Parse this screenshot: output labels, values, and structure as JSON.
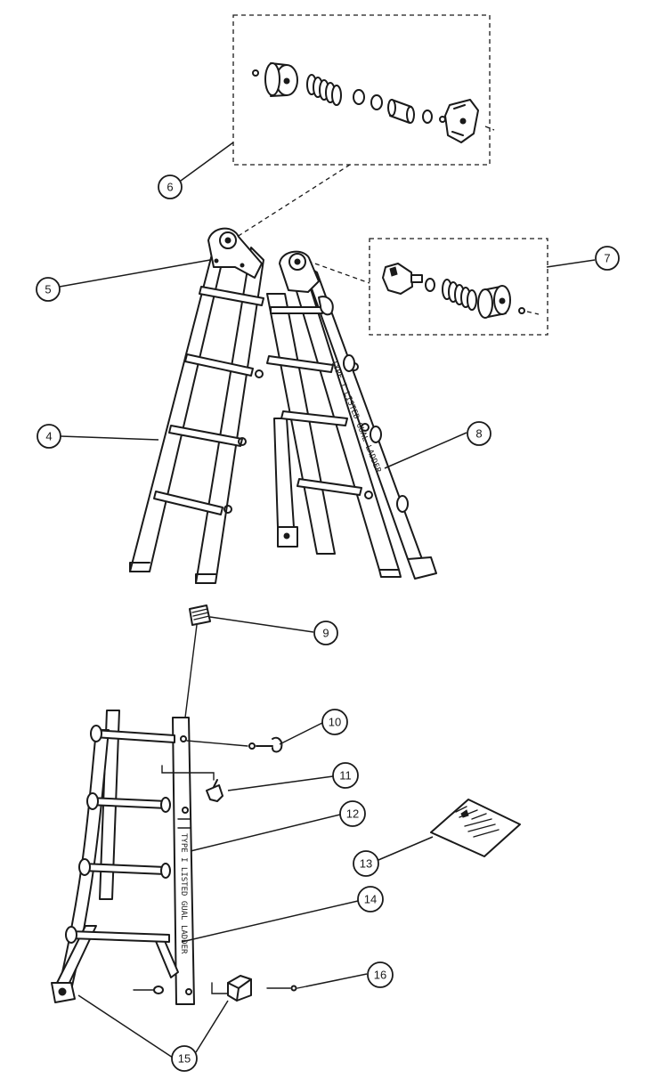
{
  "callouts": {
    "c4": "4",
    "c5": "5",
    "c6": "6",
    "c7": "7",
    "c8": "8",
    "c9": "9",
    "c10": "10",
    "c11": "11",
    "c12": "12",
    "c13": "13",
    "c14": "14",
    "c15": "15",
    "c16": "16"
  },
  "rail_text": {
    "upper": "TYPE I LISTED GUAL LADDER",
    "lower": "TYPE I LISTED GUAL LADDER"
  }
}
